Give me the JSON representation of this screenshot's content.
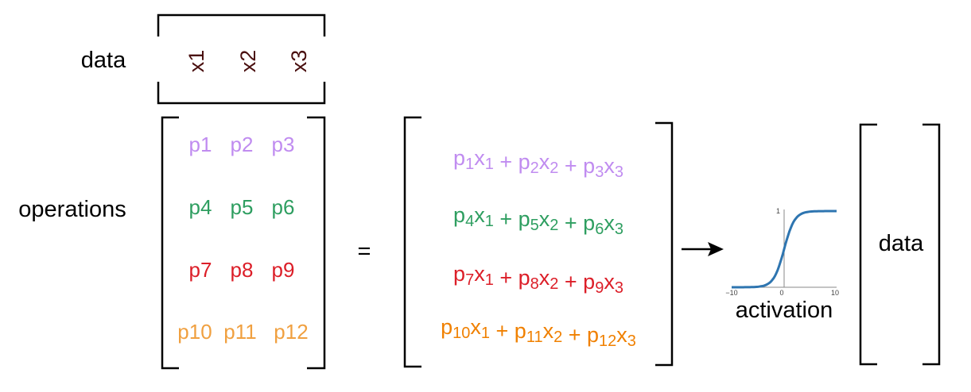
{
  "labels": {
    "data_top": "data",
    "operations": "operations",
    "equals": "=",
    "activation": "activation",
    "data_output": "data"
  },
  "data_vector": [
    "x1",
    "x2",
    "x3"
  ],
  "colors": {
    "row1": "#c08cf0",
    "row2": "#2e9e60",
    "row3": "#dc1e28",
    "row4": "#f0a040",
    "row4_result": "#f08000",
    "data_text": "#4a1010",
    "curve": "#2e75b0"
  },
  "operations_matrix": [
    [
      "p1",
      "p2",
      "p3"
    ],
    [
      "p4",
      "p5",
      "p6"
    ],
    [
      "p7",
      "p8",
      "p9"
    ],
    [
      "p10",
      "p11",
      "p12"
    ]
  ],
  "result_rows": [
    [
      {
        "p": "p",
        "ps": "1",
        "x": "x",
        "xs": "1"
      },
      {
        "p": "p",
        "ps": "2",
        "x": "x",
        "xs": "2"
      },
      {
        "p": "p",
        "ps": "3",
        "x": "x",
        "xs": "3"
      }
    ],
    [
      {
        "p": "p",
        "ps": "4",
        "x": "x",
        "xs": "1"
      },
      {
        "p": "p",
        "ps": "5",
        "x": "x",
        "xs": "2"
      },
      {
        "p": "p",
        "ps": "6",
        "x": "x",
        "xs": "3"
      }
    ],
    [
      {
        "p": "p",
        "ps": "7",
        "x": "x",
        "xs": "1"
      },
      {
        "p": "p",
        "ps": "8",
        "x": "x",
        "xs": "2"
      },
      {
        "p": "p",
        "ps": "9",
        "x": "x",
        "xs": "3"
      }
    ],
    [
      {
        "p": "p",
        "ps": "10",
        "x": "x",
        "xs": "1"
      },
      {
        "p": "p",
        "ps": "11",
        "x": "x",
        "xs": "2"
      },
      {
        "p": "p",
        "ps": "12",
        "x": "x",
        "xs": "3"
      }
    ]
  ],
  "plus_sign": "+",
  "activation_plot": {
    "ticks": {
      "x_min": "−10",
      "x_zero": "0",
      "x_max": "10",
      "y_top": "1"
    }
  }
}
